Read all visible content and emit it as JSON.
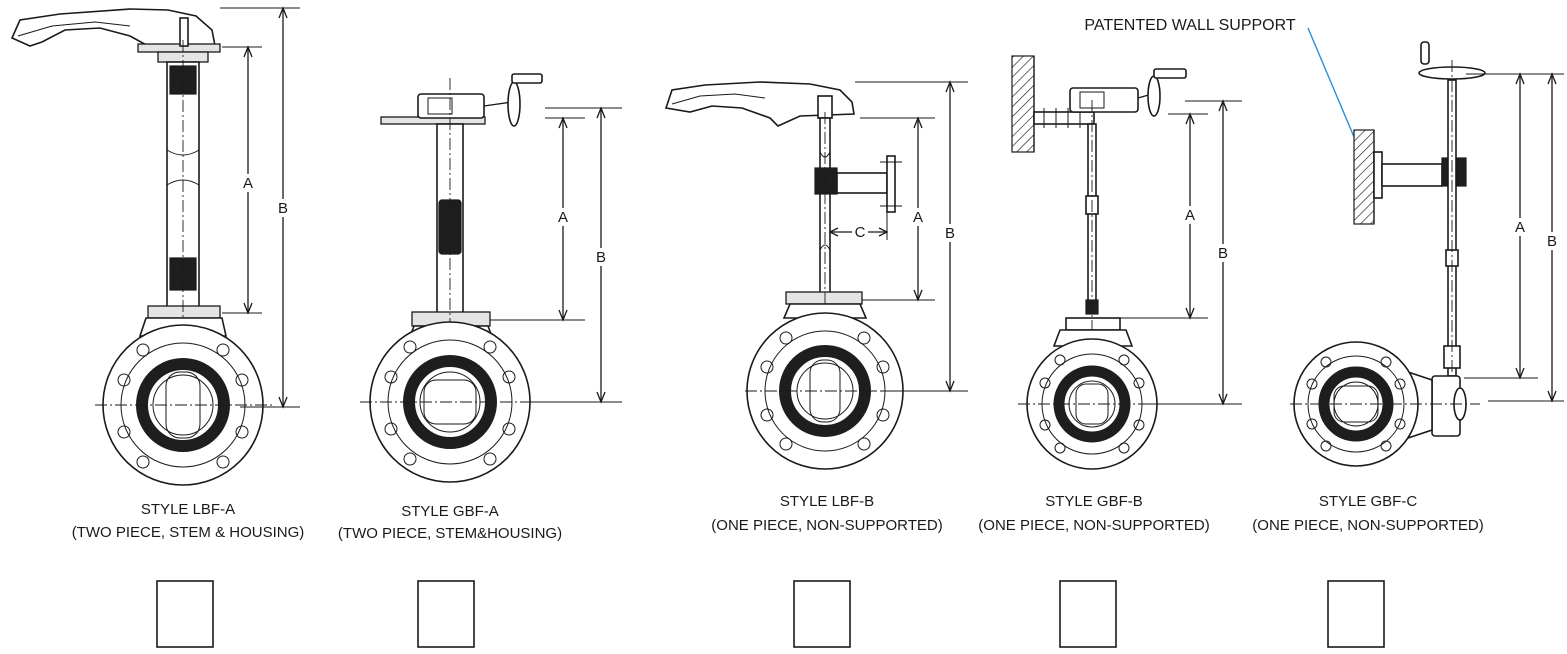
{
  "callout": "PATENTED WALL SUPPORT",
  "dimension_labels": {
    "a": "A",
    "b": "B",
    "c": "C"
  },
  "styles": [
    {
      "title": "STYLE LBF-A",
      "subtitle": "(TWO PIECE, STEM & HOUSING)"
    },
    {
      "title": "STYLE  GBF-A",
      "subtitle": "(TWO PIECE, STEM&HOUSING)"
    },
    {
      "title": "STYLE LBF-B",
      "subtitle": "(ONE PIECE, NON-SUPPORTED)"
    },
    {
      "title": "STYLE GBF-B",
      "subtitle": "(ONE PIECE, NON-SUPPORTED)"
    },
    {
      "title": "STYLE GBF-C",
      "subtitle": "(ONE PIECE, NON-SUPPORTED)"
    }
  ],
  "colors": {
    "line": "#1a1a1a",
    "callout_leader": "#2a8fd6",
    "seal": "#1e1e1e"
  }
}
